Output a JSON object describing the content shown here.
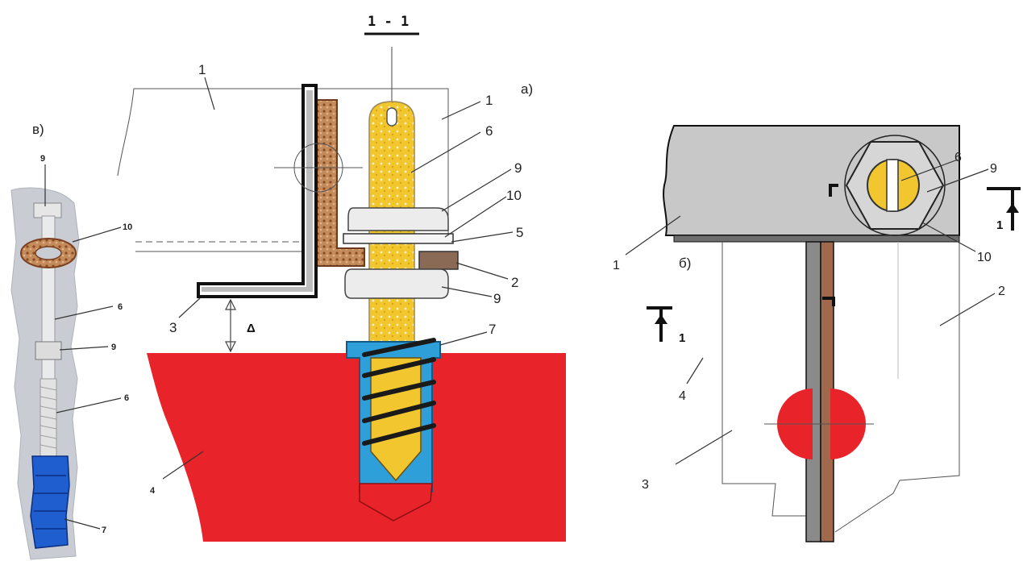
{
  "section_label": "1 - 1",
  "views": {
    "a": "а)",
    "b": "б)",
    "v": "в)"
  },
  "labels": {
    "a_1_top": "1",
    "a_1_right": "1",
    "a_6": "6",
    "a_9_upper": "9",
    "a_10": "10",
    "a_5": "5",
    "a_2": "2",
    "a_9_lower": "9",
    "a_7": "7",
    "a_3": "3",
    "a_4": "4",
    "gap_symbol": "Δ",
    "b_6": "6",
    "b_9": "9",
    "b_10": "10",
    "b_1": "1",
    "b_2": "2",
    "b_3": "3",
    "b_4": "4",
    "b_section_left": "1",
    "b_section_right": "1",
    "v_9": "9",
    "v_10": "10",
    "v_6_upper": "6",
    "v_9_lower": "9",
    "v_6_lower": "6",
    "v_7": "7"
  },
  "colors": {
    "base_red": "#e8232a",
    "screw_yellow": "#f2c62e",
    "sleeve_blue": "#2e9fd8",
    "gasket_brown": "#b5866a",
    "panel_gray": "#c8c8c8",
    "plate_brown": "#a0684c"
  }
}
